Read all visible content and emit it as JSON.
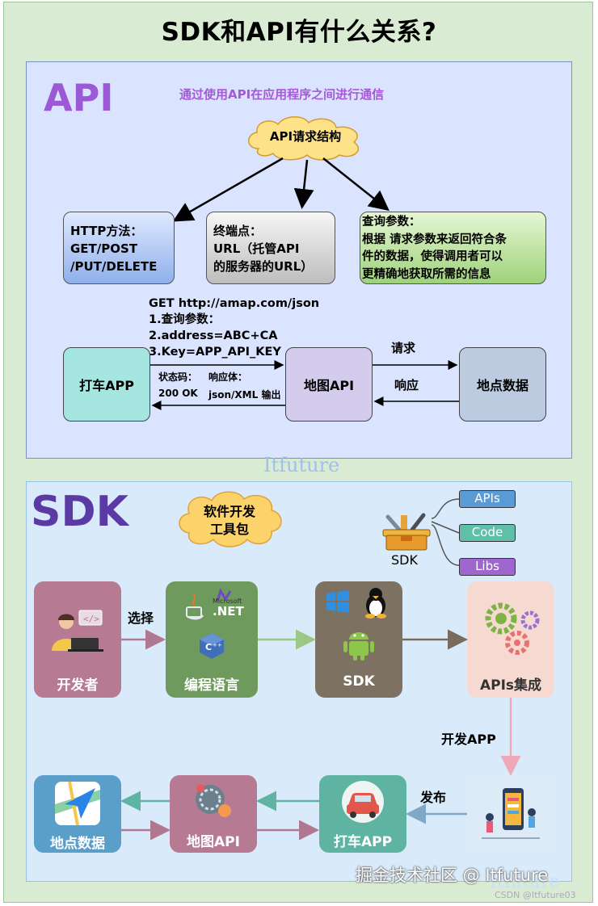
{
  "title": "SDK和API有什么关系?",
  "api": {
    "heading": "API",
    "subtitle": "通过使用API在应用程序之间进行通信",
    "request_structure": "API请求结构",
    "http_box": [
      "HTTP方法：",
      "GET/POST",
      "/PUT/DELETE"
    ],
    "endpoint_box": [
      "终端点：",
      "URL（托管API",
      "的服务器的URL）"
    ],
    "query_box": [
      "查询参数：",
      "根据 请求参数来返回符合条",
      "件的数据，使得调用者可以",
      "更精确地获取所需的信息"
    ],
    "get_lines": [
      "GET http://amap.com/json",
      "1.查询参数：",
      "2.address=ABC+CA",
      "3.Key=APP_API_KEY"
    ],
    "taxi_app": "打车APP",
    "map_api": "地图API",
    "place_data": "地点数据",
    "status_code_label": "状态码：",
    "response_body_label": "响应体：",
    "status_value": "200 OK",
    "body_value": "json/XML 输出",
    "request": "请求",
    "response": "响应"
  },
  "watermark": "Itfuture",
  "sdk": {
    "heading": "SDK",
    "cloud_lines": [
      "软件开发",
      "工具包"
    ],
    "toolbox_label": "SDK",
    "tags": [
      {
        "label": "APIs",
        "color": "#5b9bd5"
      },
      {
        "label": "Code",
        "color": "#5fbfa8"
      },
      {
        "label": "Libs",
        "color": "#a066d0"
      }
    ],
    "developer": "开发者",
    "choose": "选择",
    "programming_language": "编程语言",
    "dotnet_top": "Microsoft",
    "dotnet_main": ".NET",
    "sdk_card": "SDK",
    "apis_integration": "APIs集成",
    "develop_app": "开发APP",
    "publish": "发布",
    "place_data": "地点数据",
    "map_api": "地图API",
    "taxi_app": "打车APP"
  },
  "footer": {
    "juejin": "掘金技术社区 @ Itfuture",
    "csdn": "CSDN @Itfuture03"
  },
  "colors": {
    "developer_card": "#b67b92",
    "language_card": "#6e9a5d",
    "sdk_card": "#7d7162",
    "apis_card": "#f6d9d0",
    "phone_card": "#dcebf6",
    "taxi_card": "#5fb3a3",
    "mapapi_card": "#b67b92",
    "place_card": "#5a9fc9"
  }
}
